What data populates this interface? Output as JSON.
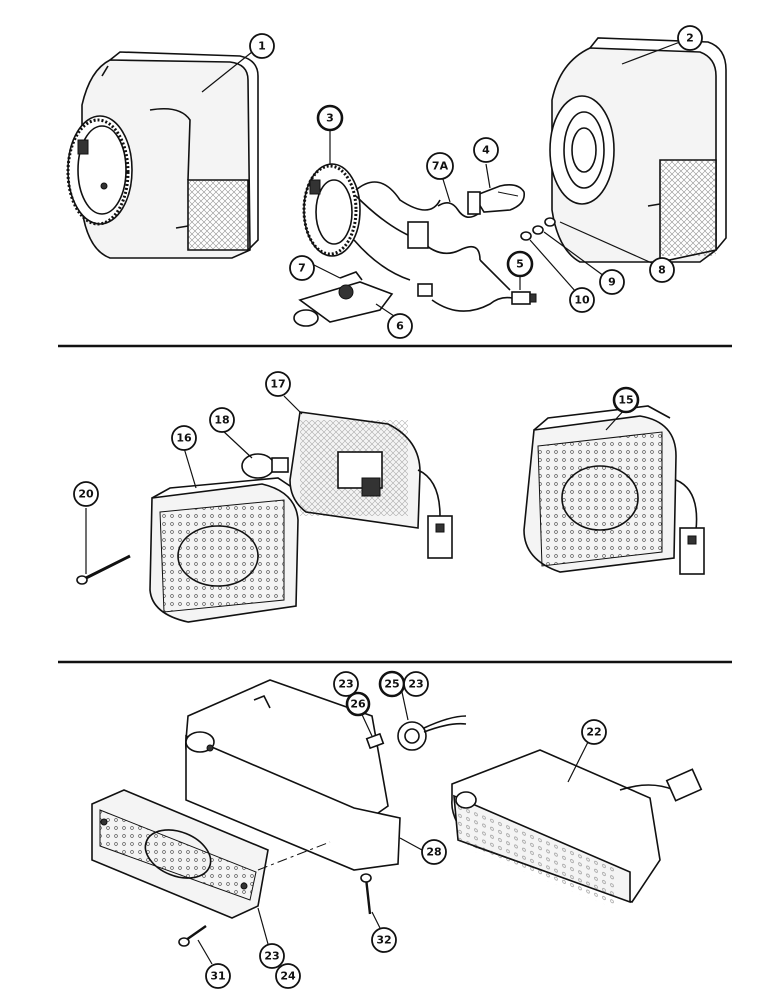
{
  "callouts": {
    "c1": "1",
    "c2": "2",
    "c3": "3",
    "c4": "4",
    "c5": "5",
    "c6": "6",
    "c7": "7",
    "c7a": "7A",
    "c8": "8",
    "c9": "9",
    "c10": "10",
    "c15": "15",
    "c16": "16",
    "c17": "17",
    "c18": "18",
    "c20": "20",
    "c22": "22",
    "c23a": "23",
    "c23b": "23",
    "c23c": "23",
    "c24": "24",
    "c25": "25",
    "c26": "26",
    "c28": "28",
    "c31": "31",
    "c32": "32"
  }
}
